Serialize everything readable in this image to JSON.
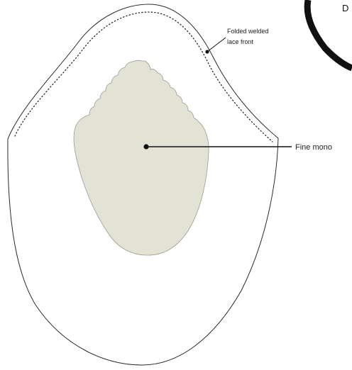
{
  "diagram": {
    "badge_letter": "D",
    "callouts": {
      "lace_front": {
        "line1": "Folded welded",
        "line2": "lace front"
      },
      "fine_mono": {
        "label": "Fine mono"
      }
    },
    "colors": {
      "outline": "#2a2a2a",
      "mono_fill": "#e2e3d4",
      "badge_ring": "#111111",
      "leader": "#111111"
    }
  }
}
